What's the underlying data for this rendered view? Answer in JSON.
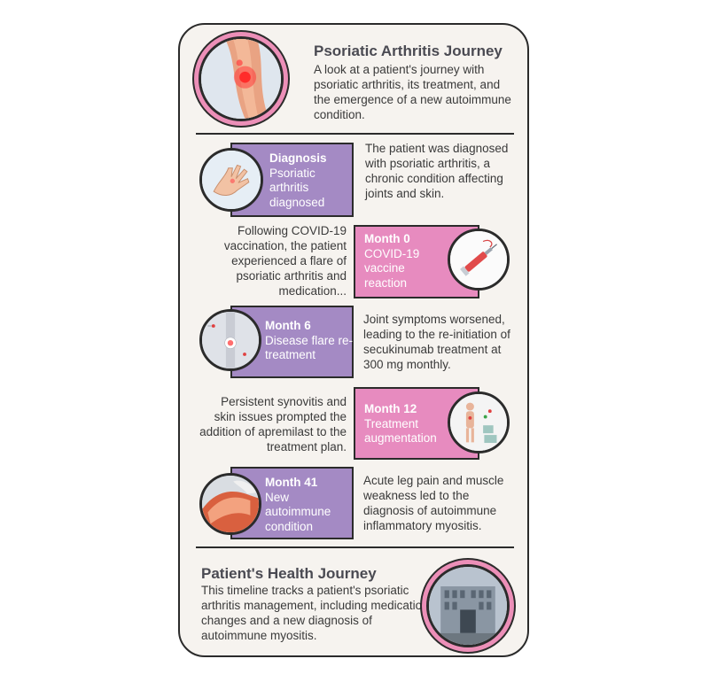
{
  "header": {
    "title": "Psoriatic Arthritis Journey",
    "description": "A look at a patient's journey with psoriatic arthritis, its treatment, and the emergence of a new autoimmune condition."
  },
  "timeline": [
    {
      "label_bold": "Diagnosis",
      "label": "Psoriatic arthritis diagnosed",
      "text": "The patient was diagnosed with psoriatic arthritis, a chronic condition affecting joints and skin.",
      "color": "#a48ac4",
      "icon": "hand-joint-icon"
    },
    {
      "label_bold": "Month 0",
      "label": "COVID-19 vaccine reaction",
      "text": "Following COVID-19 vaccination, the patient experienced a flare of psoriatic arthritis and medication...",
      "color": "#e78bbf",
      "icon": "syringe-icon"
    },
    {
      "label_bold": "Month 6",
      "label": "Disease flare re-treatment",
      "text": "Joint symptoms worsened, leading to the re-initiation of secukinumab treatment at 300 mg monthly.",
      "color": "#a48ac4",
      "icon": "joint-flare-icon"
    },
    {
      "label_bold": "Month 12",
      "label": "Treatment augmentation",
      "text": "Persistent synovitis and skin issues prompted the addition of apremilast to the treatment plan.",
      "color": "#e78bbf",
      "icon": "body-chart-icon"
    },
    {
      "label_bold": "Month 41",
      "label": "New autoimmune condition",
      "text": "Acute leg pain and muscle weakness led to the diagnosis of autoimmune inflammatory myositis.",
      "color": "#a48ac4",
      "icon": "muscle-icon"
    }
  ],
  "footer": {
    "title": "Patient's Health Journey",
    "description": "This timeline tracks a patient's psoriatic arthritis management, including medication changes and a new diagnosis of autoimmune myositis."
  }
}
